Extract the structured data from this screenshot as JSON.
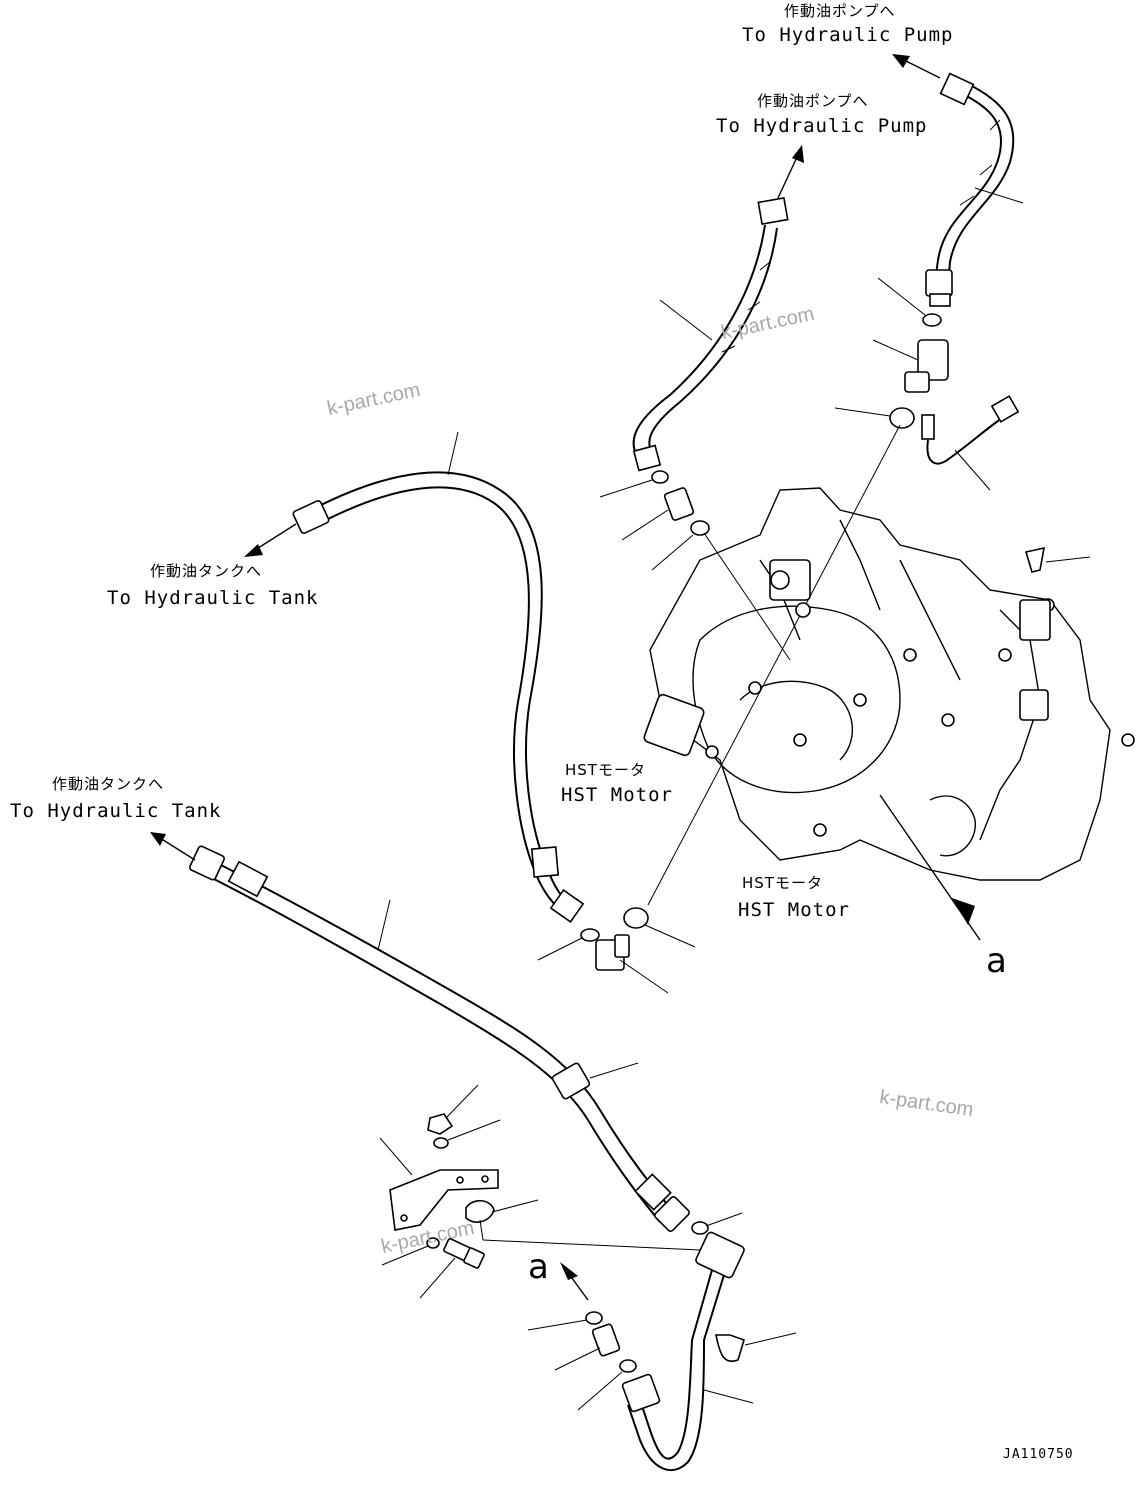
{
  "labels": {
    "pump_top_jp": "作動油ポンプへ",
    "pump_top_en": "To Hydraulic Pump",
    "pump_mid_jp": "作動油ポンプへ",
    "pump_mid_en": "To Hydraulic Pump",
    "tank_upper_jp": "作動油タンクへ",
    "tank_upper_en": "To Hydraulic Tank",
    "tank_lower_jp": "作動油タンクへ",
    "tank_lower_en": "To Hydraulic Tank",
    "motor_left_jp": "HSTモータ",
    "motor_left_en": "HST Motor",
    "motor_right_jp": "HSTモータ",
    "motor_right_en": "HST Motor",
    "view_a_right": "a",
    "view_a_left": "a",
    "drawing_code": "JA110750"
  },
  "watermarks": [
    "k-part.com",
    "k-part.com",
    "k-part.com",
    "k-part.com"
  ]
}
